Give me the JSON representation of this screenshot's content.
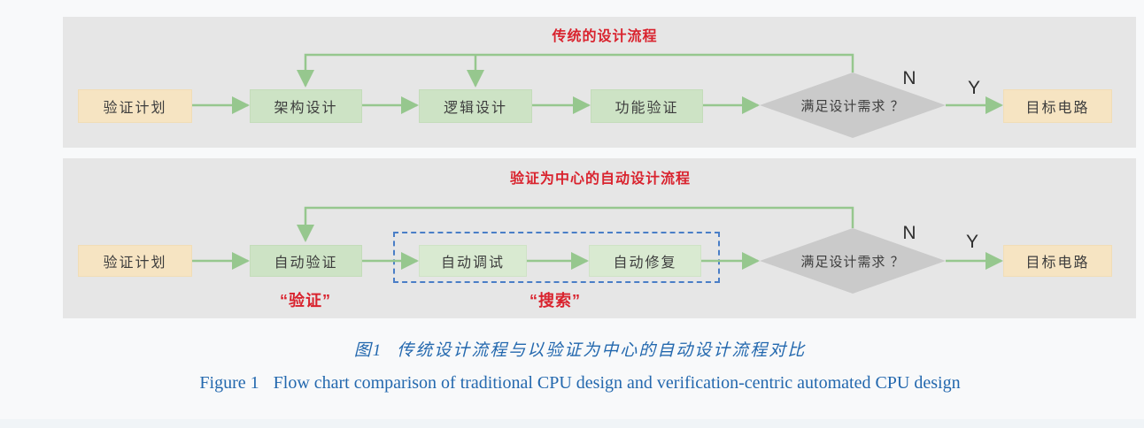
{
  "figure": {
    "panels": {
      "traditional": {
        "title": "传统的设计流程",
        "nodes": {
          "plan": "验证计划",
          "arch": "架构设计",
          "logic": "逻辑设计",
          "verify": "功能验证",
          "decision": "满足设计需求 ？",
          "target": "目标电路"
        },
        "branch": {
          "no": "N",
          "yes": "Y"
        }
      },
      "automated": {
        "title": "验证为中心的自动设计流程",
        "nodes": {
          "plan": "验证计划",
          "verify": "自动验证",
          "debug": "自动调试",
          "repair": "自动修复",
          "decision": "满足设计需求 ？",
          "target": "目标电路"
        },
        "branch": {
          "no": "N",
          "yes": "Y"
        },
        "annotations": {
          "verify": "“验证”",
          "search": "“搜索”"
        }
      }
    },
    "caption": {
      "zh_prefix": "图1",
      "zh_text": "传统设计流程与以验证为中心的自动设计流程对比",
      "en_prefix": "Figure 1",
      "en_text": "Flow chart comparison of traditional CPU design and verification-centric automated CPU design"
    },
    "colors": {
      "page_bg": "#f8f9fa",
      "panel_bg": "#e6e6e6",
      "plan_box": "#f6e4c2",
      "stage_box": "#cde3c5",
      "inner_box": "#d9ead1",
      "decision_fill": "#cacaca",
      "arrow_green": "#96c78e",
      "accent_red": "#d9232e",
      "dashed_border_blue": "#4a7ec7",
      "caption_blue": "#2368ae"
    }
  }
}
